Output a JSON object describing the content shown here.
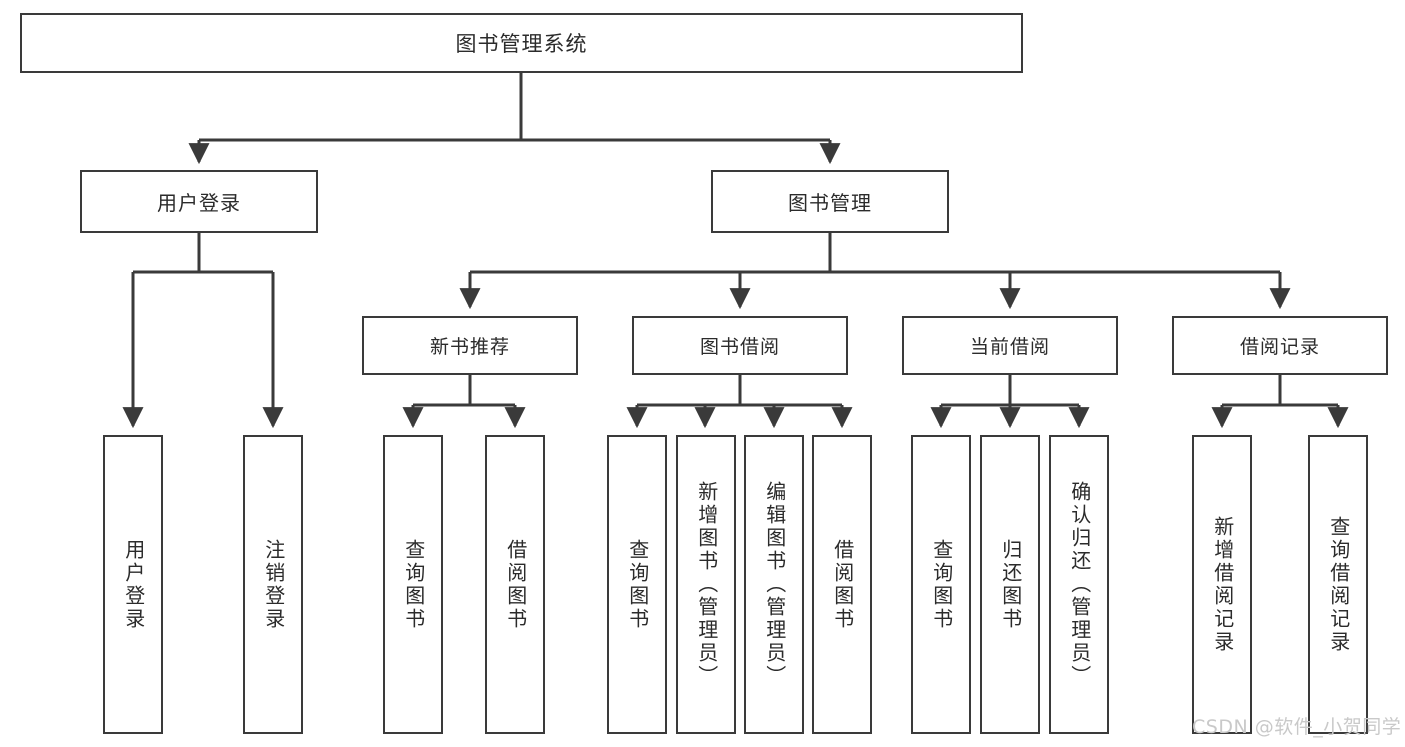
{
  "diagram": {
    "title": "图书管理系统",
    "type": "functional-structure-tree",
    "watermark": "CSDN @软件_小贺同学",
    "colors": {
      "border": "#3a3a3a",
      "text": "#2b2b2b",
      "background": "#ffffff",
      "watermark": "#c9c9c9"
    }
  },
  "nodes": {
    "root": {
      "label": "图书管理系统"
    },
    "level2": [
      {
        "id": "user-login",
        "label": "用户登录"
      },
      {
        "id": "book-management",
        "label": "图书管理"
      }
    ],
    "level3": [
      {
        "id": "new-book-recommend",
        "label": "新书推荐"
      },
      {
        "id": "book-borrow",
        "label": "图书借阅"
      },
      {
        "id": "current-borrow",
        "label": "当前借阅"
      },
      {
        "id": "borrow-record",
        "label": "借阅记录"
      }
    ],
    "leaves": [
      {
        "id": "leaf-user-login",
        "label": "用户登录"
      },
      {
        "id": "leaf-logout",
        "label": "注销登录"
      },
      {
        "id": "leaf-query-book-1",
        "label": "查询图书"
      },
      {
        "id": "leaf-borrow-book-1",
        "label": "借阅图书"
      },
      {
        "id": "leaf-query-book-2",
        "label": "查询图书"
      },
      {
        "id": "leaf-add-book",
        "label": "新增图书（管理员）"
      },
      {
        "id": "leaf-edit-book",
        "label": "编辑图书（管理员）"
      },
      {
        "id": "leaf-borrow-book-2",
        "label": "借阅图书"
      },
      {
        "id": "leaf-query-book-3",
        "label": "查询图书"
      },
      {
        "id": "leaf-return-book",
        "label": "归还图书"
      },
      {
        "id": "leaf-confirm-return",
        "label": "确认归还（管理员）"
      },
      {
        "id": "leaf-add-record",
        "label": "新增借阅记录"
      },
      {
        "id": "leaf-query-record",
        "label": "查询借阅记录"
      }
    ]
  }
}
